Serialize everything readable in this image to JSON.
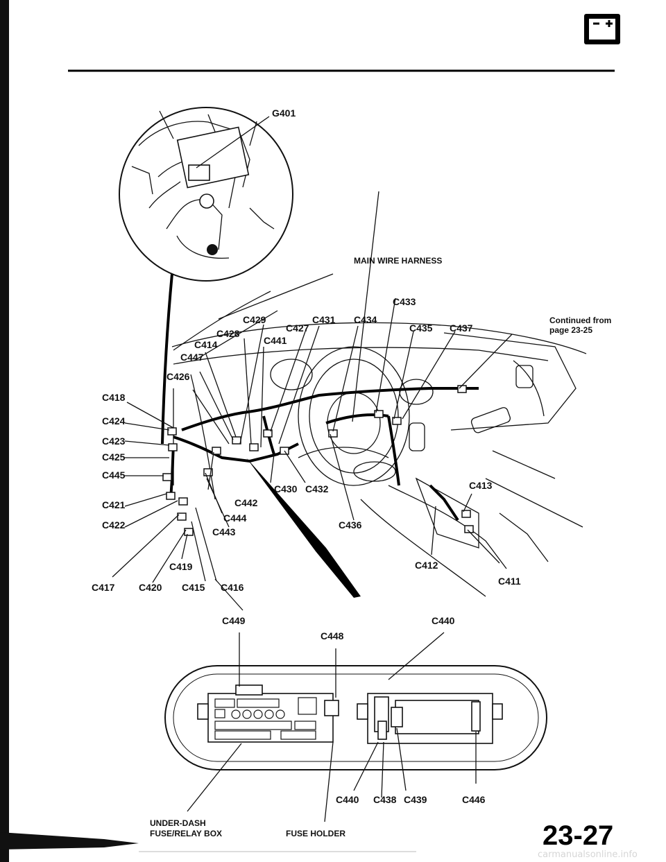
{
  "header": {
    "icon": "battery-icon"
  },
  "inset": {
    "ground_label": "G401"
  },
  "harness_label": "MAIN WIRE HARNESS",
  "continued": {
    "line1": "Continued from",
    "line2": "page 23-25"
  },
  "connectors": {
    "c411": "C411",
    "c412": "C412",
    "c413": "C413",
    "c414": "C414",
    "c415": "C415",
    "c416": "C416",
    "c417": "C417",
    "c418": "C418",
    "c419": "C419",
    "c420": "C420",
    "c421": "C421",
    "c422": "C422",
    "c423": "C423",
    "c424": "C424",
    "c425": "C425",
    "c426": "C426",
    "c427": "C427",
    "c428": "C428",
    "c429": "C429",
    "c430": "C430",
    "c431": "C431",
    "c432": "C432",
    "c433": "C433",
    "c434": "C434",
    "c435": "C435",
    "c436": "C436",
    "c437": "C437",
    "c438": "C438",
    "c439": "C439",
    "c440a": "C440",
    "c440b": "C440",
    "c441": "C441",
    "c442": "C442",
    "c443": "C443",
    "c444": "C444",
    "c445": "C445",
    "c446": "C446",
    "c447": "C447",
    "c448": "C448",
    "c449": "C449"
  },
  "fuse_box": {
    "line1": "UNDER-DASH",
    "line2": "FUSE/RELAY BOX"
  },
  "fuse_holder": "FUSE HOLDER",
  "page_number": "23-27",
  "watermark": "carmanualsonline.info"
}
